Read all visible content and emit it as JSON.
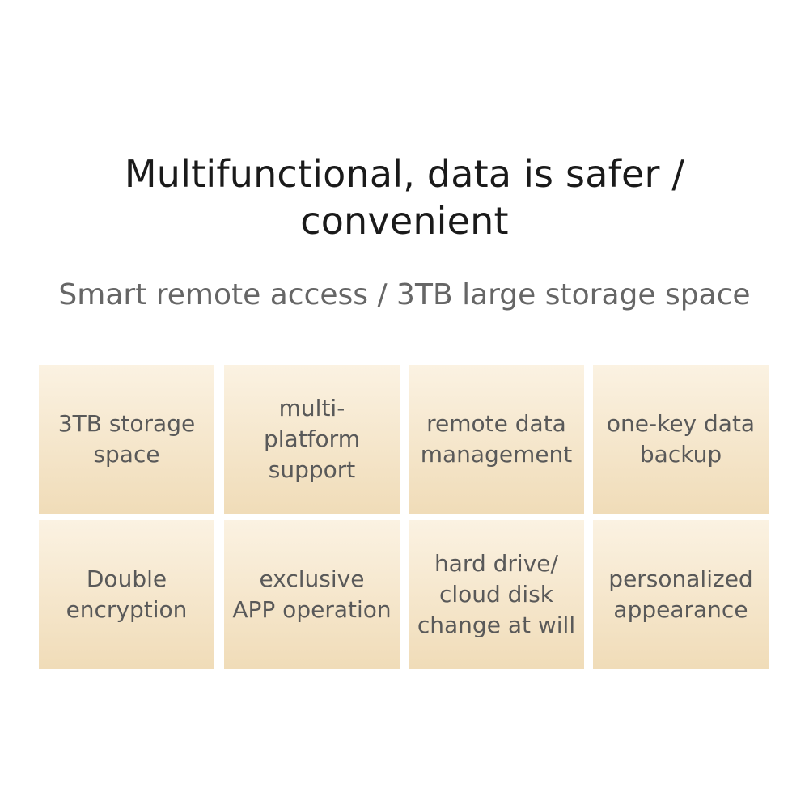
{
  "header": {
    "title_line1": "Multifunctional, data is safer /",
    "title_line2": "convenient",
    "subtitle": "Smart remote access / 3TB large storage space"
  },
  "features": [
    "3TB storage\nspace",
    "multi-\nplatform\nsupport",
    "remote data\nmanagement",
    "one-key data\nbackup",
    "Double\nencryption",
    "exclusive\nAPP operation",
    "hard drive/\ncloud disk\nchange at will",
    "personalized\nappearance"
  ],
  "colors": {
    "tile_top": "#fbf2e2",
    "tile_bottom": "#f0dcb8",
    "title_text": "#1a1a1a",
    "subtitle_text": "#666666",
    "tile_text": "#595959"
  }
}
